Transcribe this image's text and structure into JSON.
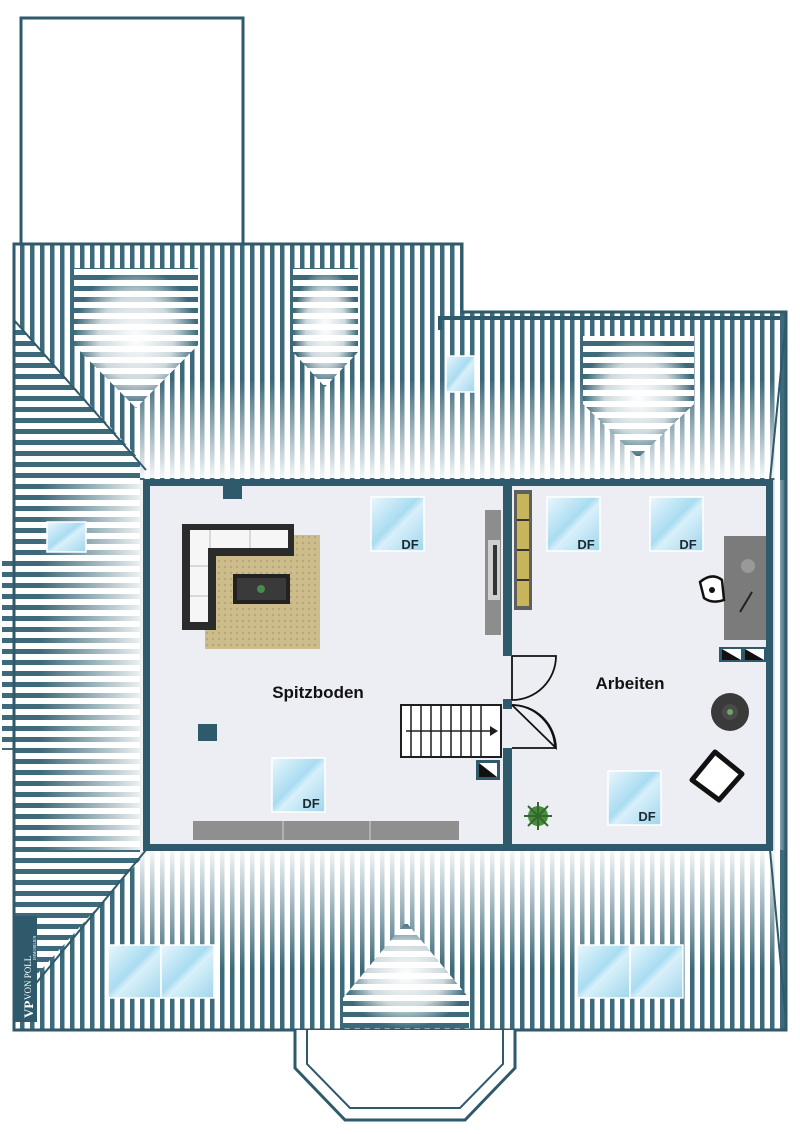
{
  "rooms": {
    "spitzboden": "Spitzboden",
    "arbeiten": "Arbeiten"
  },
  "skylight_label": "DF",
  "logo": {
    "mark": "VP",
    "name": "VON POLL",
    "sub": "IMMOBILIEN"
  },
  "colors": {
    "wall": "#2e5a6b",
    "roof_stripe": "#3d6a7a",
    "floor": "#eceef4",
    "rug": "#c9b98a",
    "glass": "#bfe3f2"
  }
}
